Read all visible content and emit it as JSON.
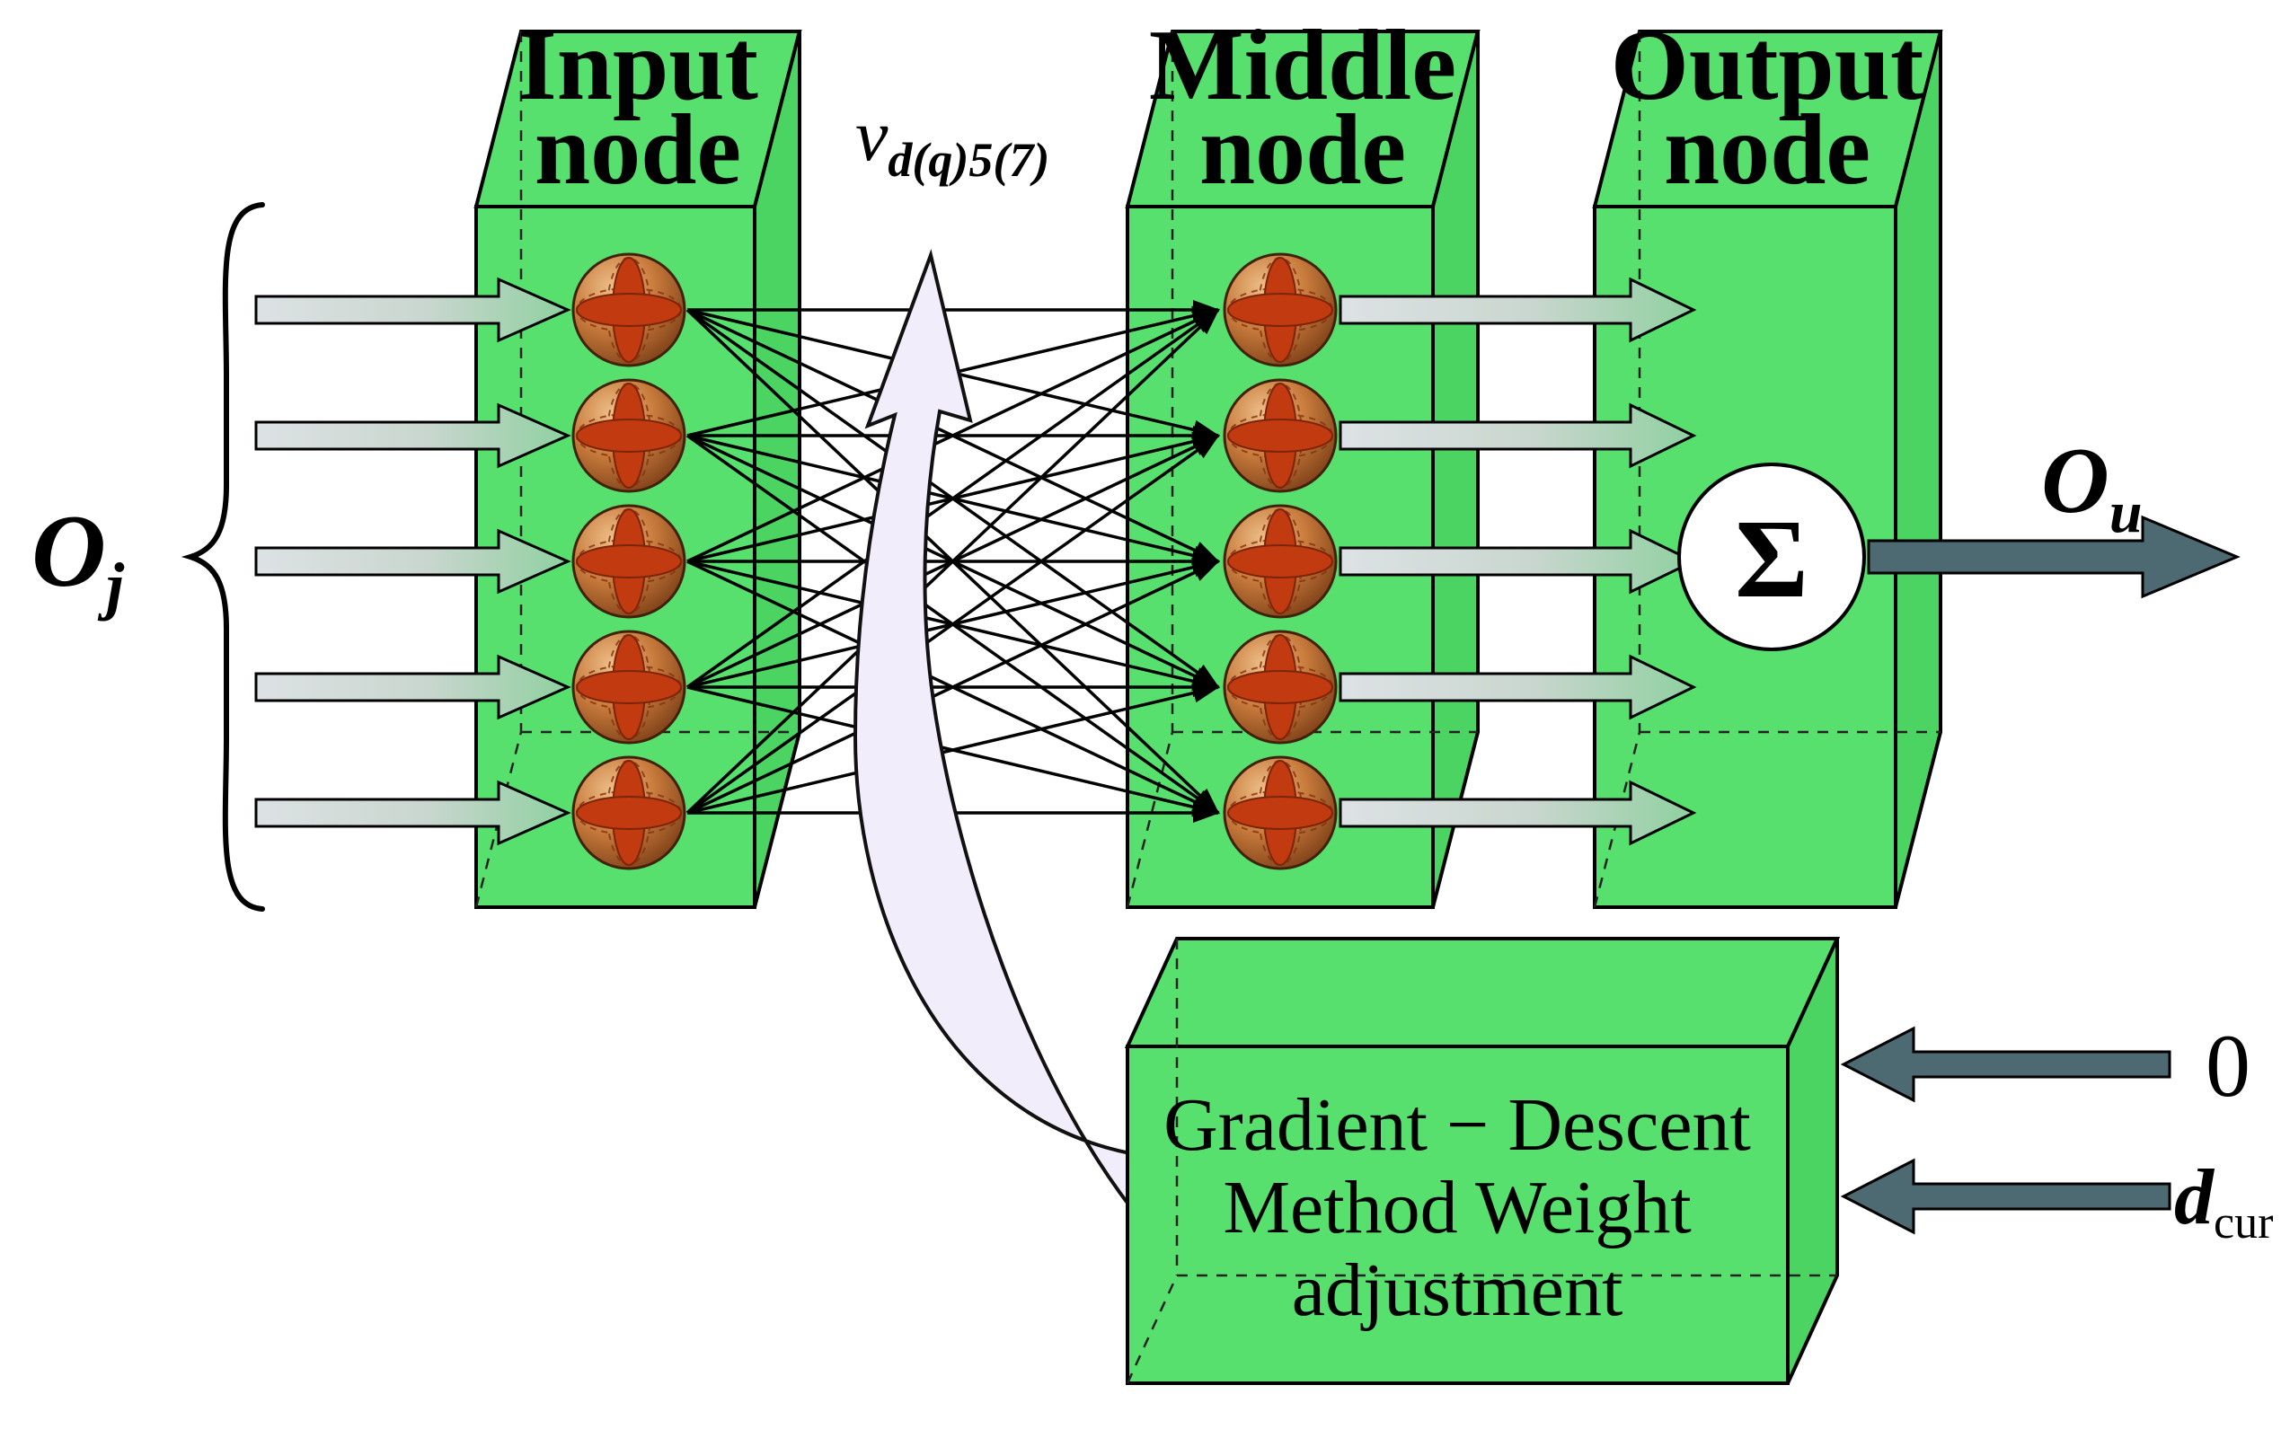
{
  "diagram": {
    "input_box": {
      "title1": "Input",
      "title2": "node",
      "neurons": 5
    },
    "middle_box": {
      "title1": "Middle",
      "title2": "node",
      "neurons": 5
    },
    "output_box": {
      "title1": "Output",
      "title2": "node"
    },
    "adjustment_box": {
      "line1": "Gradient − Descent",
      "line2": "Method Weight",
      "line3": "adjustment"
    },
    "labels": {
      "input_vector_base": "O",
      "input_vector_sub": "j",
      "weights_base": "v",
      "weights_sub": "d(q)5(7)",
      "sum": "Σ",
      "output_base": "O",
      "output_sub": "u",
      "zero": "0",
      "desired_base": "d",
      "desired_sub": "cur"
    },
    "colors": {
      "box_green": "#58e06e",
      "box_green_side": "#4cd463",
      "sphere_brown": "#c87b3c",
      "band_red": "#c13a10",
      "dark_arrow": "#4d6972",
      "light_arrow_start": "#dde2e4",
      "light_arrow_end": "#8fd0a0",
      "feedback_arrow": "#f2edfa"
    }
  }
}
